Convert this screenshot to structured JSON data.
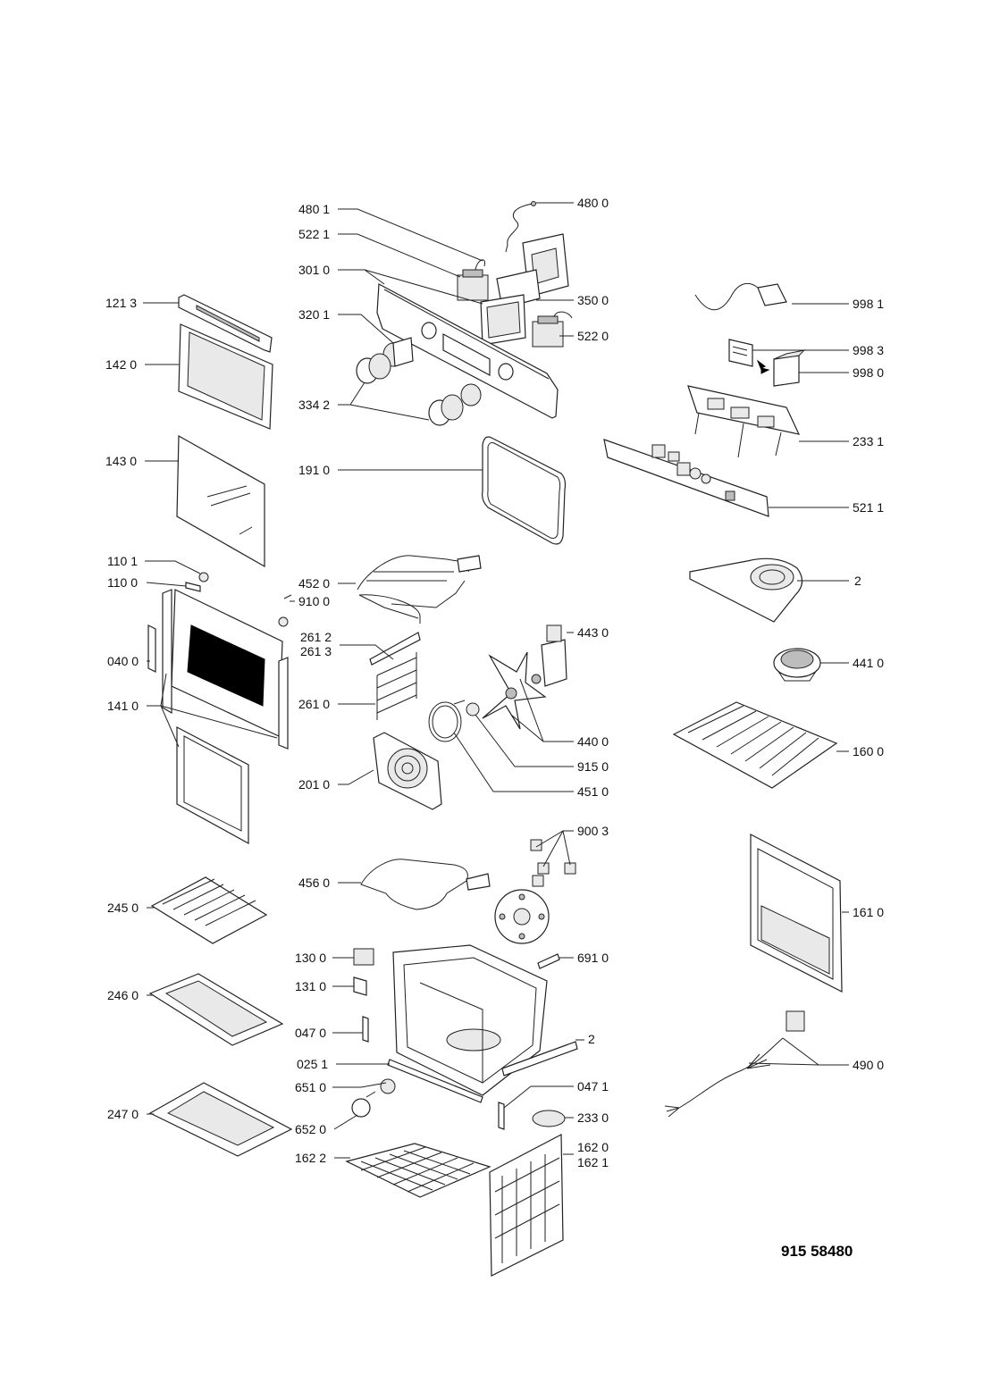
{
  "diagram_ref": "915 58480",
  "labels": {
    "l4801": "480 1",
    "l4800": "480 0",
    "l5221": "522 1",
    "l3010": "301 0",
    "l3500": "350 0",
    "l5220": "522 0",
    "l3201": "320 1",
    "l3342": "334 2",
    "l1213": "121 3",
    "l1420": "142 0",
    "l1430": "143 0",
    "l1910": "191 0",
    "l9981": "998 1",
    "l9983": "998 3",
    "l9980": "998 0",
    "l2331": "233 1",
    "l5211": "521 1",
    "l1101": "110 1",
    "l1100": "110 0",
    "l4520": "452 0",
    "l9100": "910 0",
    "l2": "2",
    "l2612": "261 2",
    "l2613": "261 3",
    "l4430": "443 0",
    "l0400": "040 0",
    "l4410": "441 0",
    "l2610": "261 0",
    "l1410": "141 0",
    "l4400": "440 0",
    "l1600": "160 0",
    "l9150": "915 0",
    "l2010": "201 0",
    "l4510": "451 0",
    "l9003": "900 3",
    "l4560": "456 0",
    "l2450": "245 0",
    "l1610": "161 0",
    "l1300": "130 0",
    "l6910": "691 0",
    "l2460": "246 0",
    "l1310": "131 0",
    "l0470": "047 0",
    "l2b": "2",
    "l4900": "490 0",
    "l0251": "025 1",
    "l6510": "651 0",
    "l0471": "047 1",
    "l2470": "247 0",
    "l2330": "233 0",
    "l6520": "652 0",
    "l1620": "162 0",
    "l1621": "162 1",
    "l1622": "162 2"
  }
}
